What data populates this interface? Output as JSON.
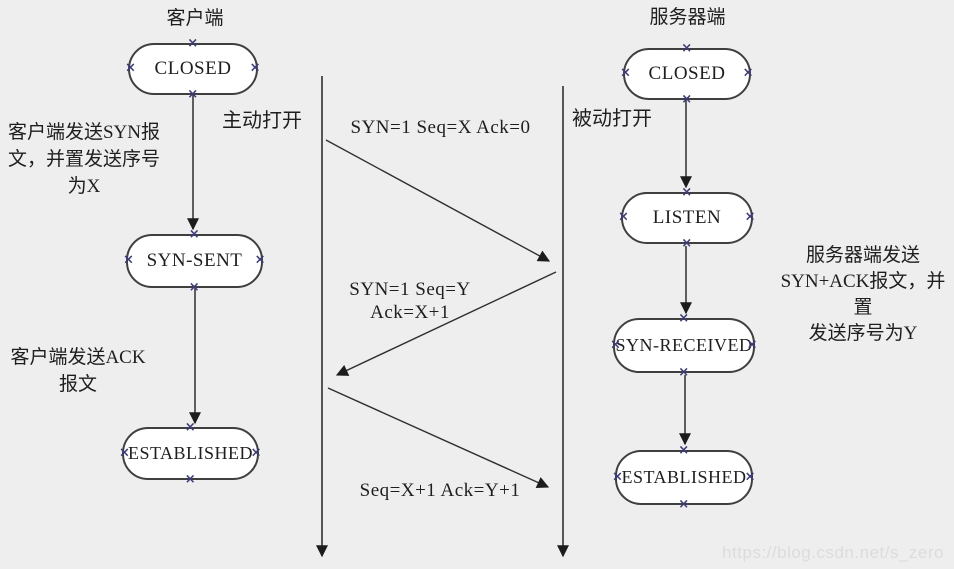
{
  "page": {
    "watermark": "https://blog.csdn.net/s_zero"
  },
  "icons": {
    "connector_handle": "×"
  },
  "diagram": {
    "type": "sequence-state-diagram",
    "topic": "TCP three-way handshake",
    "client": {
      "title": "客户端",
      "open_label": "主动打开",
      "states": [
        {
          "label": "CLOSED"
        },
        {
          "label": "SYN-SENT"
        },
        {
          "label": "ESTABLISHED"
        }
      ],
      "annotations": [
        {
          "lines": [
            "客户端发送SYN报",
            "文，并置发送序号",
            "为X"
          ]
        },
        {
          "lines": [
            "客户端发送ACK",
            "报文"
          ]
        }
      ]
    },
    "server": {
      "title": "服务器端",
      "open_label": "被动打开",
      "states": [
        {
          "label": "CLOSED"
        },
        {
          "label": "LISTEN"
        },
        {
          "label": "SYN-RECEIVED"
        },
        {
          "label": "ESTABLISHED"
        }
      ],
      "annotation": {
        "lines": [
          "服务器端发送",
          "SYN+ACK报文，并置",
          "发送序号为Y"
        ]
      }
    },
    "messages": [
      {
        "from": "client",
        "to": "server",
        "lines": [
          "SYN=1 Seq=X Ack=0"
        ]
      },
      {
        "from": "server",
        "to": "client",
        "lines": [
          "SYN=1 Seq=Y",
          "Ack=X+1"
        ]
      },
      {
        "from": "client",
        "to": "server",
        "lines": [
          "Seq=X+1 Ack=Y+1"
        ]
      }
    ],
    "colors": {
      "background": "#eeeeee",
      "state_fill": "#ffffff",
      "state_border": "#3f3f3f",
      "connector": "#2f2f2f",
      "handle": "#3c3c78",
      "text": "#1e1e1e",
      "watermark": "#dcdcdc"
    }
  }
}
